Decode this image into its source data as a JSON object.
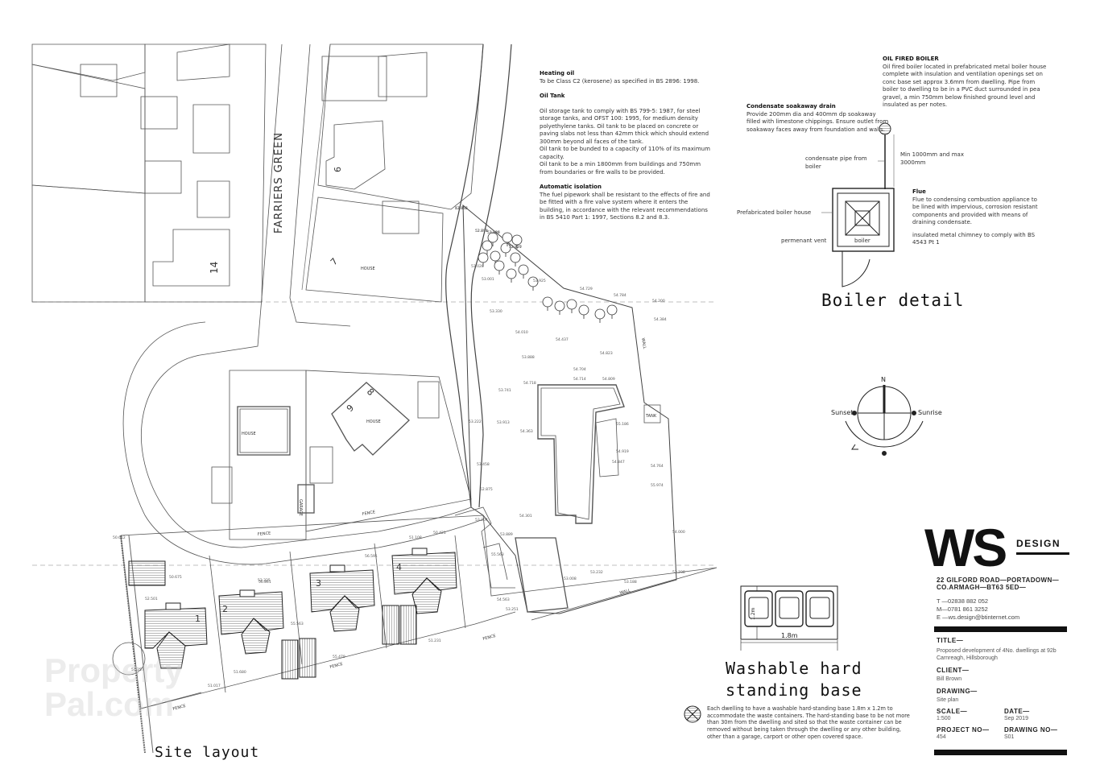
{
  "heating_oil": {
    "heading": "Heating oil",
    "text": "To be Class C2 (kerosene) as specified in BS 2896: 1998."
  },
  "oil_tank": {
    "heading": "Oil Tank",
    "text1": "Oil storage tank to comply with BS 799-5: 1987, for steel storage tanks, and OFST 100: 1995, for medium density polyethylene tanks. Oil tank to be placed on concrete or paving slabs not less than 42mm thick which should extend 300mm beyond all faces of the tank.",
    "text2": "Oil tank to be bunded to a capacity of 110% of its maximum capacity.",
    "text3": "Oil tank to be a min 1800mm from buildings and 750mm from boundaries or fire walls to be provided."
  },
  "automatic_isolation": {
    "heading": "Automatic isolation",
    "text": "The fuel pipework shall be resistant to the effects of fire and be fitted with a fire valve system where it enters the building, in accordance with the relevant recommendations in BS 5410 Part 1: 1997, Sections 8.2 and 8.3."
  },
  "oil_fired_boiler": {
    "heading": "OIL FIRED BOILER",
    "text": "Oil fired boiler located in prefabricated metal boiler house complete with insulation and ventilation openings set on conc base set approx 3.6mm from dwelling. Pipe from boiler to dwelling to be in a PVC duct surrounded in pea gravel, a min 750mm below finished ground level and insulated as per notes."
  },
  "condensate": {
    "heading": "Condensate soakaway drain",
    "text": "Provide 200mm dia and 400mm dp soakaway filled with limestone chippings. Ensure outlet from soakaway faces away from foundation and walls."
  },
  "boiler_labels": {
    "min_max": "Min 1000mm and max 3000mm",
    "pipe": "condensate pipe from boiler",
    "house": "Prefabricated boiler house",
    "vent": "permenant vent",
    "boiler": "boiler"
  },
  "flue": {
    "heading": "Flue",
    "text": "Flue to condensing combustion appliance to be lined with impervious, corrosion resistant components and provided with means of draining condensate.",
    "chimney": "insulated metal chimney to comply with BS 4543 Pt 1"
  },
  "titles": {
    "boiler_detail": "Boiler detail",
    "site_layout": "Site layout",
    "washable_1": "Washable hard",
    "washable_2": "standing base"
  },
  "compass": {
    "north": "N",
    "sunset": "Sunset",
    "sunrise": "Sunrise"
  },
  "bins": {
    "dim_width": "1.8m",
    "dim_height": "1.2m"
  },
  "washable_note": "Each dwelling to have a washable hard-standing base 1.8m x 1.2m to accommodate the waste containers.  The hard-standing base to be not more than 30m from the dwelling and sited so that the waste container can be removed without being taken through the dwelling or any other building, other than a garage, carport or other open covered space.",
  "site": {
    "road_name": "FARRIERS GREEN",
    "plot_numbers": [
      "14",
      "9",
      "7",
      "8",
      "9",
      "1",
      "2",
      "3",
      "4"
    ],
    "house": "HOUSE",
    "garage": "GARAGE",
    "tank": "TANK",
    "fence": "FENCE",
    "wall": "WALL",
    "spot_levels": [
      "52.336",
      "52.898",
      "53.016",
      "52.920",
      "53.028",
      "53.001",
      "53.925",
      "54.729",
      "54.784",
      "54.200",
      "54.384",
      "53.330",
      "54.010",
      "54.437",
      "53.888",
      "54.823",
      "54.704",
      "54.714",
      "54.809",
      "53.741",
      "54.718",
      "53.222",
      "53.913",
      "54.363",
      "53.458",
      "52.875",
      "55.186",
      "54.919",
      "54.847",
      "53.204",
      "53.889",
      "54.301",
      "55.563",
      "54.563",
      "53.251",
      "53.008",
      "53.232",
      "53.188",
      "53.238",
      "54.000",
      "54.764",
      "55.974",
      "56.591",
      "56.841",
      "55.563",
      "55.479",
      "51.231",
      "51.680",
      "51.017",
      "51.257",
      "52.501",
      "50.675",
      "50.612",
      "50.421",
      "52.325",
      "51.108",
      "47.652",
      "52.731",
      "51.889",
      "52.777"
    ]
  },
  "logo": {
    "ws": "WS",
    "design": "DESIGN"
  },
  "company": {
    "address1": "22 GILFORD ROAD—PORTADOWN—",
    "address2": "CO.ARMAGH—BT63 5ED—",
    "tel": "T —02838 882 052",
    "mob": "M—0781 861 3252",
    "email": "E —ws.design@btinternet.com"
  },
  "title_block": {
    "title_label": "TITLE—",
    "title_value": "Proposed development of 4No. dwellings at 92b Carnreagh, Hillsborough",
    "client_label": "CLIENT—",
    "client_value": "Bill Brown",
    "drawing_label": "DRAWING—",
    "drawing_value": "Site plan",
    "scale_label": "SCALE—",
    "scale_value": "1:500",
    "date_label": "DATE—",
    "date_value": "Sep 2019",
    "project_label": "PROJECT NO—",
    "project_value": "454",
    "drawing_no_label": "DRAWING NO—",
    "drawing_no_value": "S01"
  },
  "watermark": {
    "line1": "Property",
    "line2": "Pal.com"
  }
}
